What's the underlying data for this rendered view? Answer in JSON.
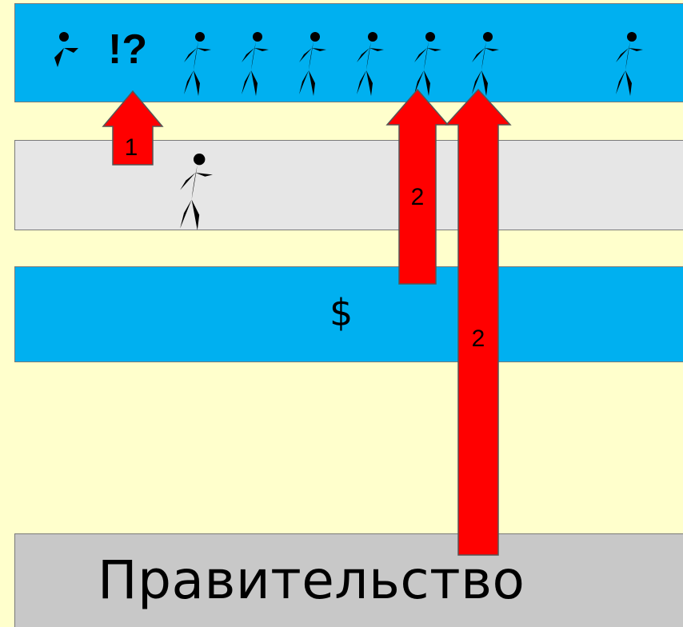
{
  "diagram": {
    "arrows": [
      {
        "id": "arrow-1",
        "label": "1"
      },
      {
        "id": "arrow-2a",
        "label": "2"
      },
      {
        "id": "arrow-2b",
        "label": "2"
      }
    ],
    "exclamation": "!?",
    "money_symbol": "$",
    "government_label": "Правительство"
  },
  "colors": {
    "background": "#ffffcc",
    "band_blue": "#00b0f0",
    "band_gray_light": "#e6e6e6",
    "band_gray_dark": "#c8c8c8",
    "arrow_red": "#ff0000"
  },
  "icons": {
    "person": "walking-person-icon",
    "startled_person": "startled-person-icon"
  }
}
